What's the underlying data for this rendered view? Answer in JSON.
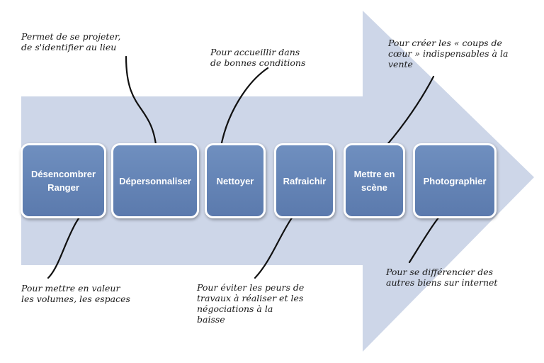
{
  "steps": [
    {
      "label": "Désencombrer\nRanger"
    },
    {
      "label": "Dépersonnaliser"
    },
    {
      "label": "Nettoyer"
    },
    {
      "label": "Rafraichir"
    },
    {
      "label": "Mettre en\nscène"
    },
    {
      "label": "Photographier"
    }
  ],
  "notes": {
    "projeter": "Permet de se projeter,\nde s'identifier au lieu",
    "accueillir": "Pour accueillir dans\nde bonnes conditions",
    "coups_de_coeur": "Pour créer les « coups de\ncœur » indispensables à la\nvente",
    "volumes": "Pour mettre en valeur\nles volumes, les espaces",
    "peurs": "Pour éviter les peurs de\ntravaux à réaliser et les\nnégociations à la\nbaisse",
    "differencier": "Pour se différencier des\nautres biens sur internet"
  },
  "colors": {
    "arrow": "#cdd6e8",
    "box": "#5f7fb2",
    "box_text": "#ffffff",
    "note_text": "#1a1a1a"
  }
}
